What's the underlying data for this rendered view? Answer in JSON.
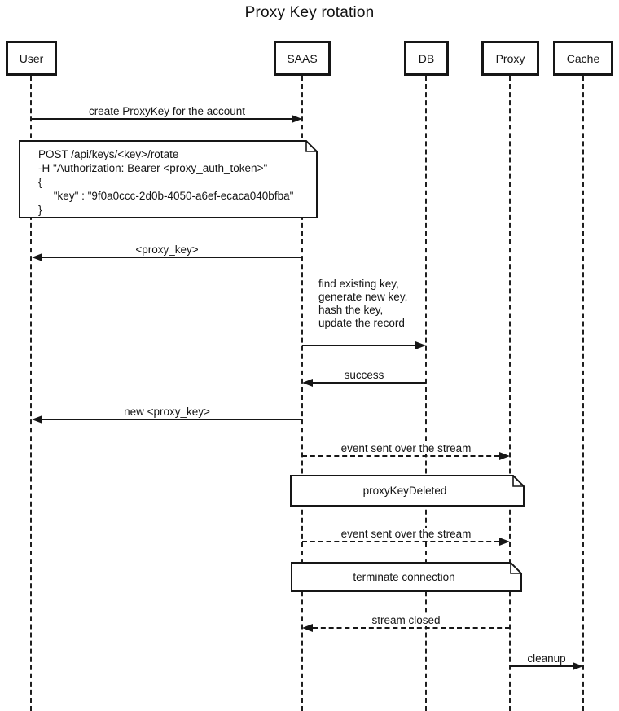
{
  "title": "Proxy Key rotation",
  "participants": [
    {
      "name": "User"
    },
    {
      "name": "SAAS"
    },
    {
      "name": "DB"
    },
    {
      "name": "Proxy"
    },
    {
      "name": "Cache"
    }
  ],
  "messages": [
    {
      "label": "create ProxyKey for the account",
      "from": "User",
      "to": "SAAS",
      "line": "solid"
    },
    {
      "label": "<proxy_key>",
      "from": "SAAS",
      "to": "User",
      "line": "solid"
    },
    {
      "label": "find existing key,\ngenerate new key,\nhash the key,\nupdate the record",
      "from": "SAAS",
      "to": "DB",
      "line": "solid"
    },
    {
      "label": "success",
      "from": "DB",
      "to": "SAAS",
      "line": "solid"
    },
    {
      "label": "new <proxy_key>",
      "from": "SAAS",
      "to": "User",
      "line": "solid"
    },
    {
      "label": "event sent over the stream",
      "from": "SAAS",
      "to": "Proxy",
      "line": "dashed"
    },
    {
      "label": "event sent over the stream",
      "from": "SAAS",
      "to": "Proxy",
      "line": "dashed"
    },
    {
      "label": "stream closed",
      "from": "Proxy",
      "to": "SAAS",
      "line": "dashed"
    },
    {
      "label": "cleanup",
      "from": "Proxy",
      "to": "Cache",
      "line": "solid"
    }
  ],
  "notes": [
    {
      "text": "POST /api/keys/<key>/rotate\n-H \"Authorization: Bearer <proxy_auth_token>\"\n{\n     \"key\" : \"9f0a0ccc-2d0b-4050-a6ef-ecaca040bfba\"\n}"
    },
    {
      "text": "proxyKeyDeleted"
    },
    {
      "text": "terminate connection"
    }
  ],
  "colors": {
    "line": "#161616",
    "background": "#ffffff"
  }
}
